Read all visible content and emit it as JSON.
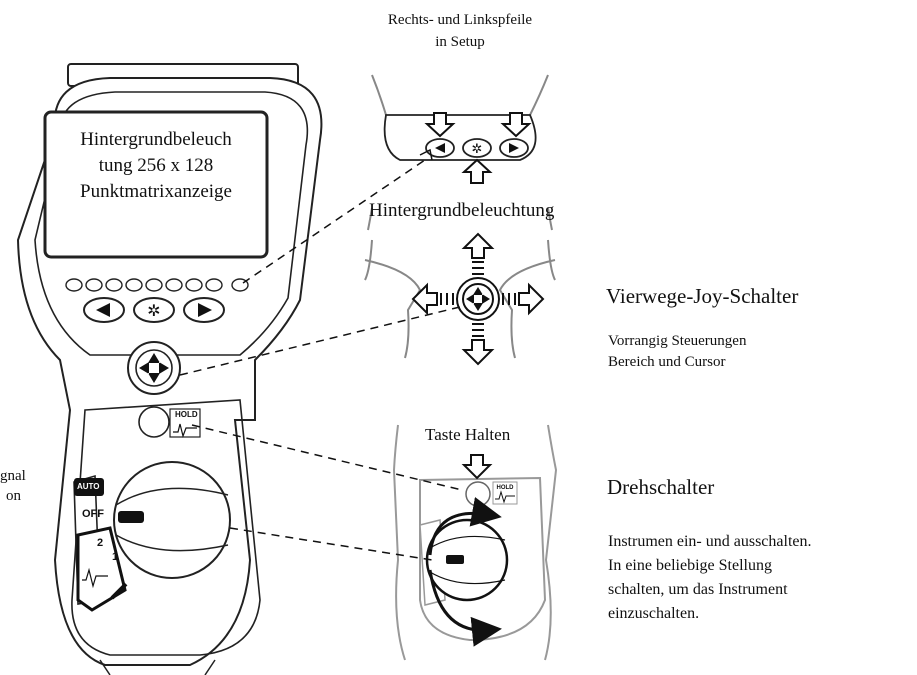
{
  "labels": {
    "arrows_setup_1": "Rechts- und Linkspfeile",
    "arrows_setup_2": "in Setup",
    "backlight": "Hintergrundbeleuchtung",
    "joystick_title": "Vierwege-Joy-Schalter",
    "joystick_desc_1": "Vorrangig Steuerungen",
    "joystick_desc_2": "Bereich und Cursor",
    "hold_key": "Taste Halten",
    "rotary_title": "Drehschalter",
    "rotary_desc_1": "Instrumen ein- und ausschalten.",
    "rotary_desc_2": "In eine beliebige Stellung",
    "rotary_desc_3": "schalten, um das Instrument",
    "rotary_desc_4": "einzuschalten.",
    "cut_1": "gnal",
    "cut_2": "on"
  },
  "display": {
    "line1": "Hintergrundbeleuch",
    "line2": "tung 256 x 128",
    "line3": "Punktmatrixanzeige"
  },
  "device": {
    "hold": "HOLD",
    "auto": "AUTO",
    "off": "OFF",
    "pos2": "2",
    "pos1": "1"
  }
}
